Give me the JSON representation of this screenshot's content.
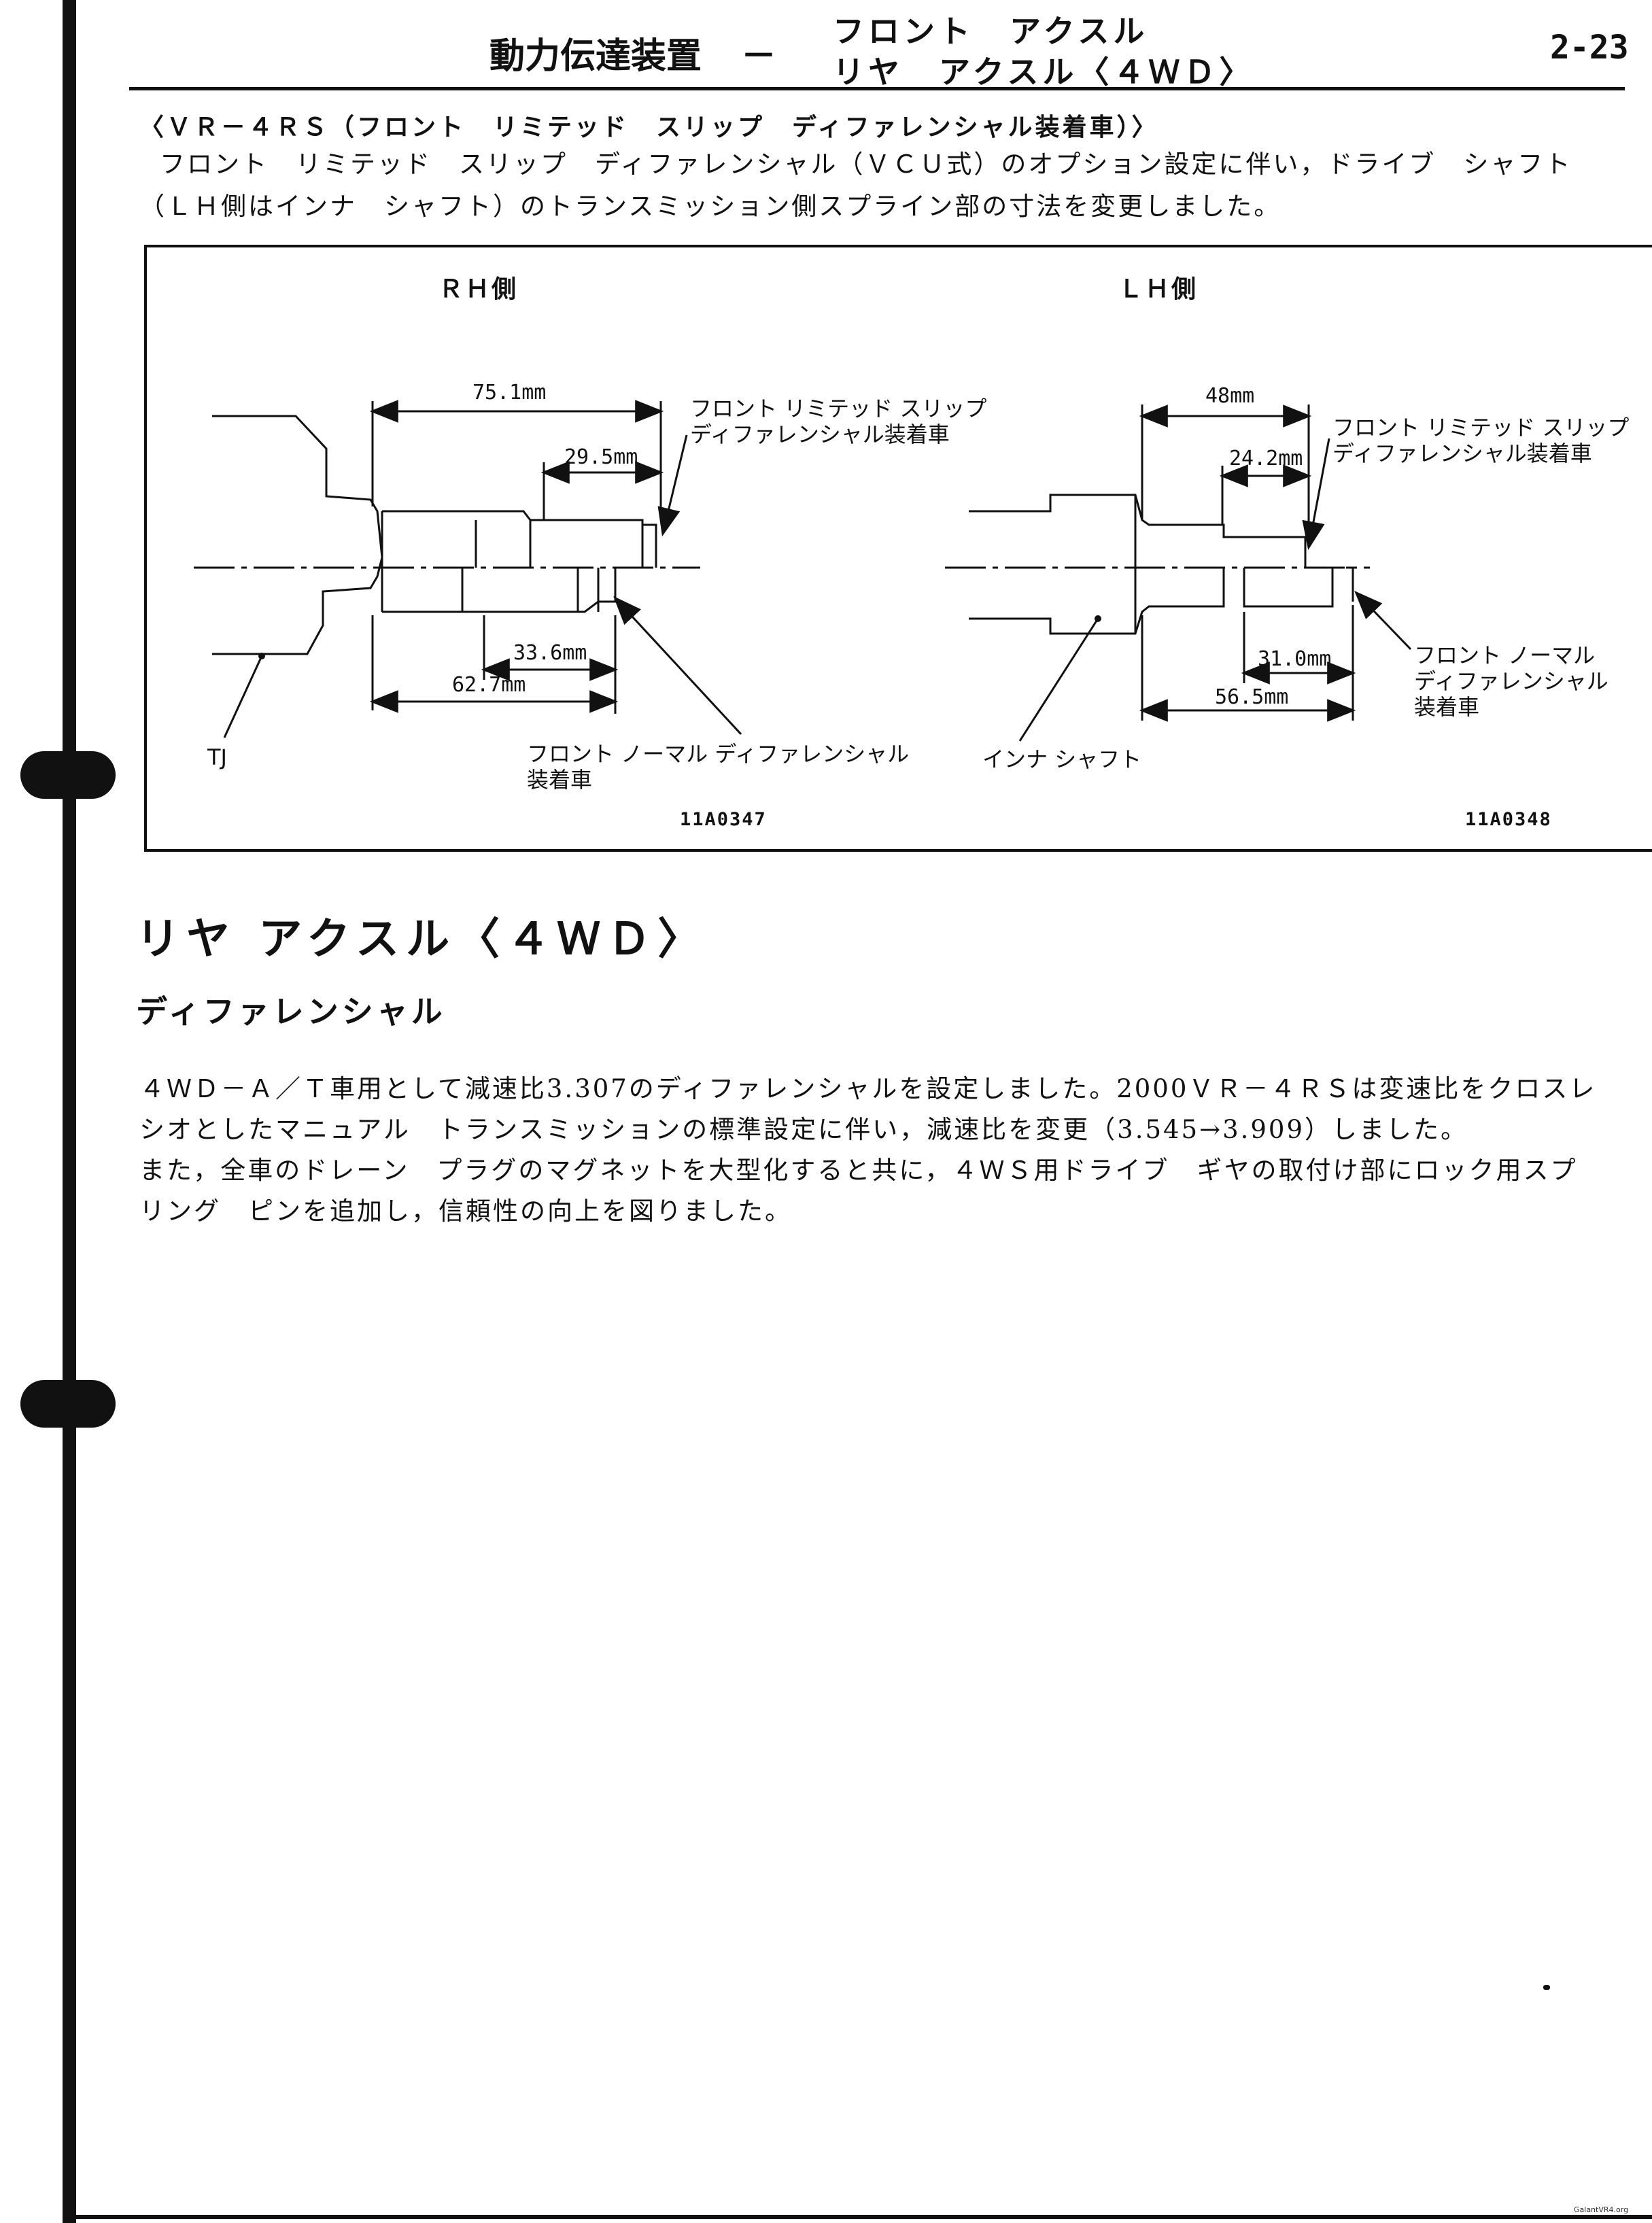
{
  "header": {
    "section": "動力伝達装置",
    "dash": "－",
    "subtitle_1": "フロント　アクスル",
    "subtitle_2": "リヤ　アクスル〈４ＷＤ〉",
    "page_number": "2-23"
  },
  "vr4rs": {
    "heading": "〈ＶＲ－４ＲＳ（フロント　リミテッド　スリップ　ディファレンシャル装着車）〉",
    "body_line_1": "フロント　リミテッド　スリップ　ディファレンシャル（ＶＣＵ式）のオプション設定に伴い，ドライブ　シャフト",
    "body_line_2": "（ＬＨ側はインナ　シャフト）のトランスミッション側スプライン部の寸法を変更しました。"
  },
  "figure": {
    "rh": {
      "title": "ＲＨ側",
      "dim_total": "75.1mm",
      "dim_lsd": "29.5mm",
      "dim_normal_inner": "33.6mm",
      "dim_normal_total": "62.7mm",
      "note_lsd_1": "フロント リミテッド スリップ",
      "note_lsd_2": "ディファレンシャル装着車",
      "note_normal_1": "フロント ノーマル ディファレンシャル",
      "note_normal_2": "装着車",
      "tj": "TJ",
      "figure_id": "11A0347"
    },
    "lh": {
      "title": "ＬＨ側",
      "dim_total": "48mm",
      "dim_lsd": "24.2mm",
      "dim_normal_inner": "31.0mm",
      "dim_normal_total": "56.5mm",
      "note_lsd_1": "フロント リミテッド スリップ",
      "note_lsd_2": "ディファレンシャル装着車",
      "note_normal_1": "フロント ノーマル",
      "note_normal_2": "ディファレンシャル",
      "note_normal_3": "装着車",
      "inner_shaft": "インナ シャフト",
      "figure_id": "11A0348"
    }
  },
  "rear_axle": {
    "title": "リヤ アクスル〈４ＷＤ〉",
    "subtitle": "ディファレンシャル",
    "para_1_line_1": "４ＷＤ－Ａ／Ｔ車用として減速比3.307のディファレンシャルを設定しました。2000ＶＲ－４ＲＳは変速比をクロスレ",
    "para_1_line_2": "シオとしたマニュアル　トランスミッションの標準設定に伴い，減速比を変更（3.545→3.909）しました。",
    "para_2_line_1": "また，全車のドレーン　プラグのマグネットを大型化すると共に，４ＷＳ用ドライブ　ギヤの取付け部にロック用スプ",
    "para_2_line_2": "リング　ピンを追加し，信頼性の向上を図りました。"
  },
  "watermark": "GalantVR4.org"
}
